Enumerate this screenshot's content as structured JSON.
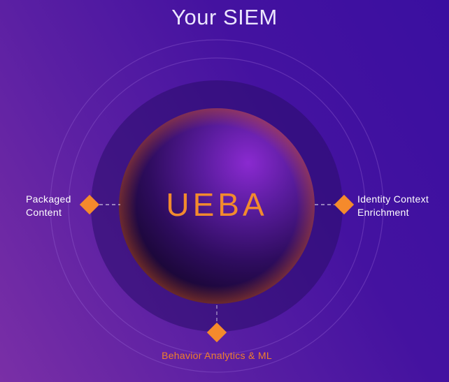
{
  "title": "Your SIEM",
  "center": {
    "label": "UEBA"
  },
  "nodes": {
    "left": {
      "line1": "Packaged",
      "line2": "Content"
    },
    "right": {
      "line1": "Identity Context",
      "line2": "Enrichment"
    },
    "bottom": {
      "label": "Behavior Analytics & ML"
    }
  },
  "colors": {
    "accent": "#f58a2c",
    "background_start": "#7a2fa6",
    "background_end": "#3a0fa0",
    "title_text": "#ece6ff"
  }
}
